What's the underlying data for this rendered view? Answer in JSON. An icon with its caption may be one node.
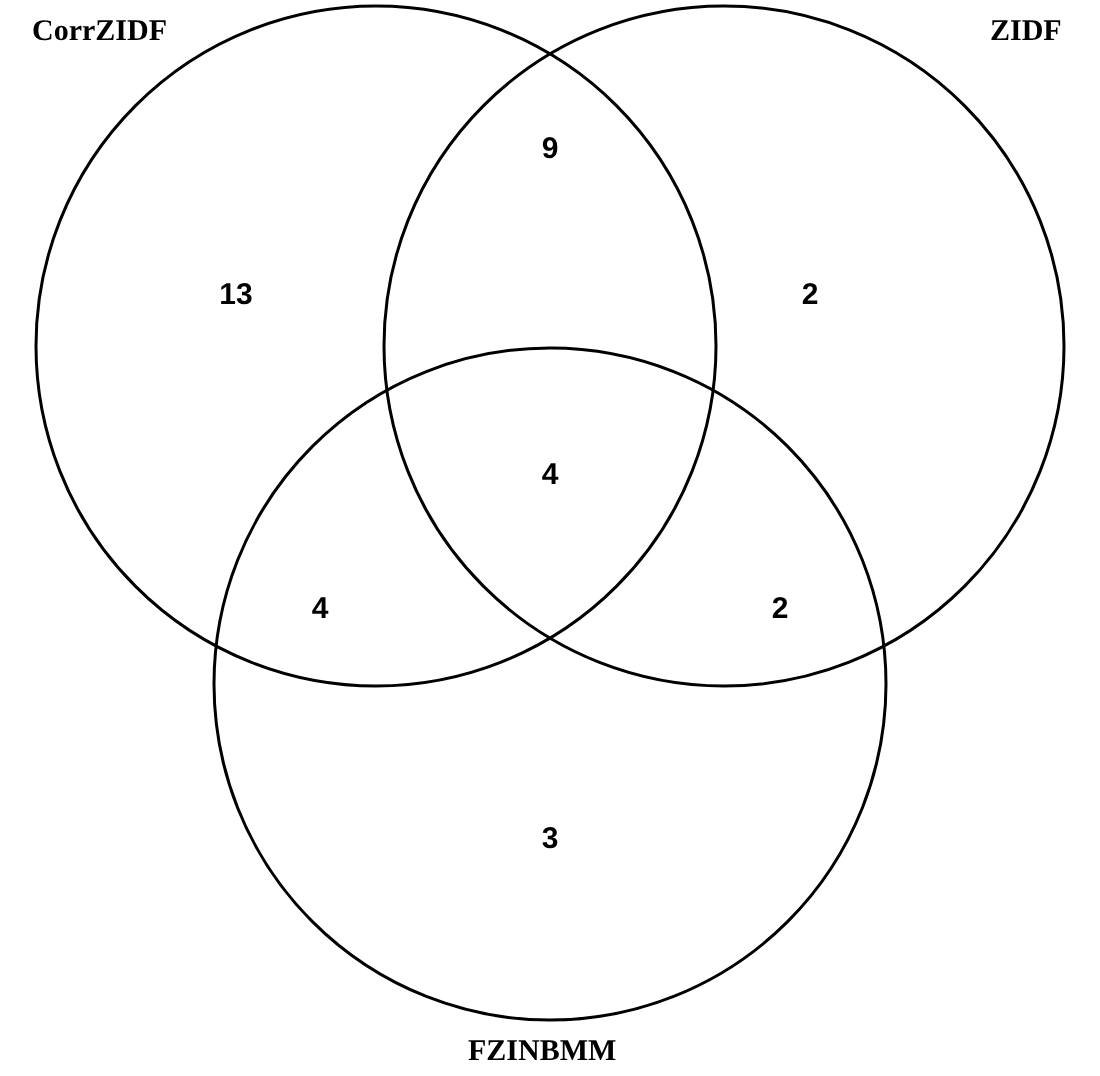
{
  "diagram": {
    "nodes": [
      {
        "text": [
          "CorrZIDF"
        ]
      },
      {
        "text": [
          "ZIDF"
        ]
      },
      {
        "text": [
          "FZINBMM"
        ]
      }
    ],
    "edges": [],
    "labels": [
      "9",
      "13",
      "2",
      "4",
      "4",
      "2",
      "3"
    ]
  }
}
